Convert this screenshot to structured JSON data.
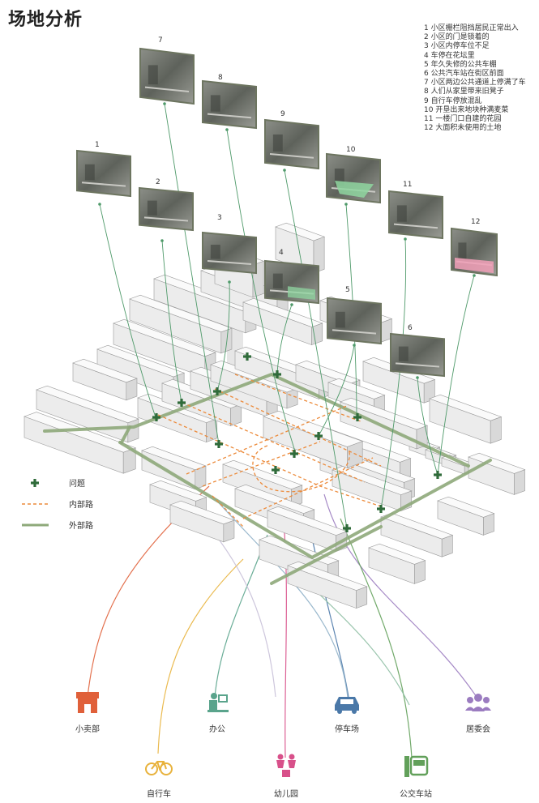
{
  "title": "场地分析",
  "notes": [
    "1 小区栅栏阻挡居民正常出入",
    "2 小区的门是锁着的",
    "3 小区内停车位不足",
    "4 车停在花坛里",
    "5 年久失修的公共车棚",
    "6 公共汽车站在街区前面",
    "7 小区两边公共通道上停满了车",
    "8 人们从家里带来旧凳子",
    "9 自行车停放混乱",
    "10 开垦出来地块种满麦菜",
    "11 一楼门口自建的花园",
    "12 大面积未使用的土地"
  ],
  "photos": [
    "1",
    "2",
    "3",
    "4",
    "5",
    "6",
    "7",
    "8",
    "9",
    "10",
    "11",
    "12"
  ],
  "legend": [
    {
      "label": "问题",
      "icon": "plus-icon"
    },
    {
      "label": "内部路",
      "icon": "dashed-line-icon"
    },
    {
      "label": "外部路",
      "icon": "solid-line-icon"
    }
  ],
  "facilities": [
    {
      "label": "小卖部",
      "icon": "shop-icon",
      "color": "#e0603a"
    },
    {
      "label": "办公",
      "icon": "office-worker-icon",
      "color": "#5aa48c"
    },
    {
      "label": "停车场",
      "icon": "car-icon",
      "color": "#4a78a8"
    },
    {
      "label": "居委会",
      "icon": "people-icon",
      "color": "#9b7cc0"
    },
    {
      "label": "自行车",
      "icon": "bicycle-icon",
      "color": "#e8b23c"
    },
    {
      "label": "幼儿园",
      "icon": "children-icon",
      "color": "#d8508a"
    },
    {
      "label": "公交车站",
      "icon": "bus-stop-icon",
      "color": "#62a05a"
    }
  ],
  "colors": {
    "problem": "#2f6b3a",
    "outer_road": "#8ea97a",
    "inner_road": "#ec8a3a",
    "photo_frame": "#6d7560",
    "leader_line": "#4f9a6a"
  }
}
